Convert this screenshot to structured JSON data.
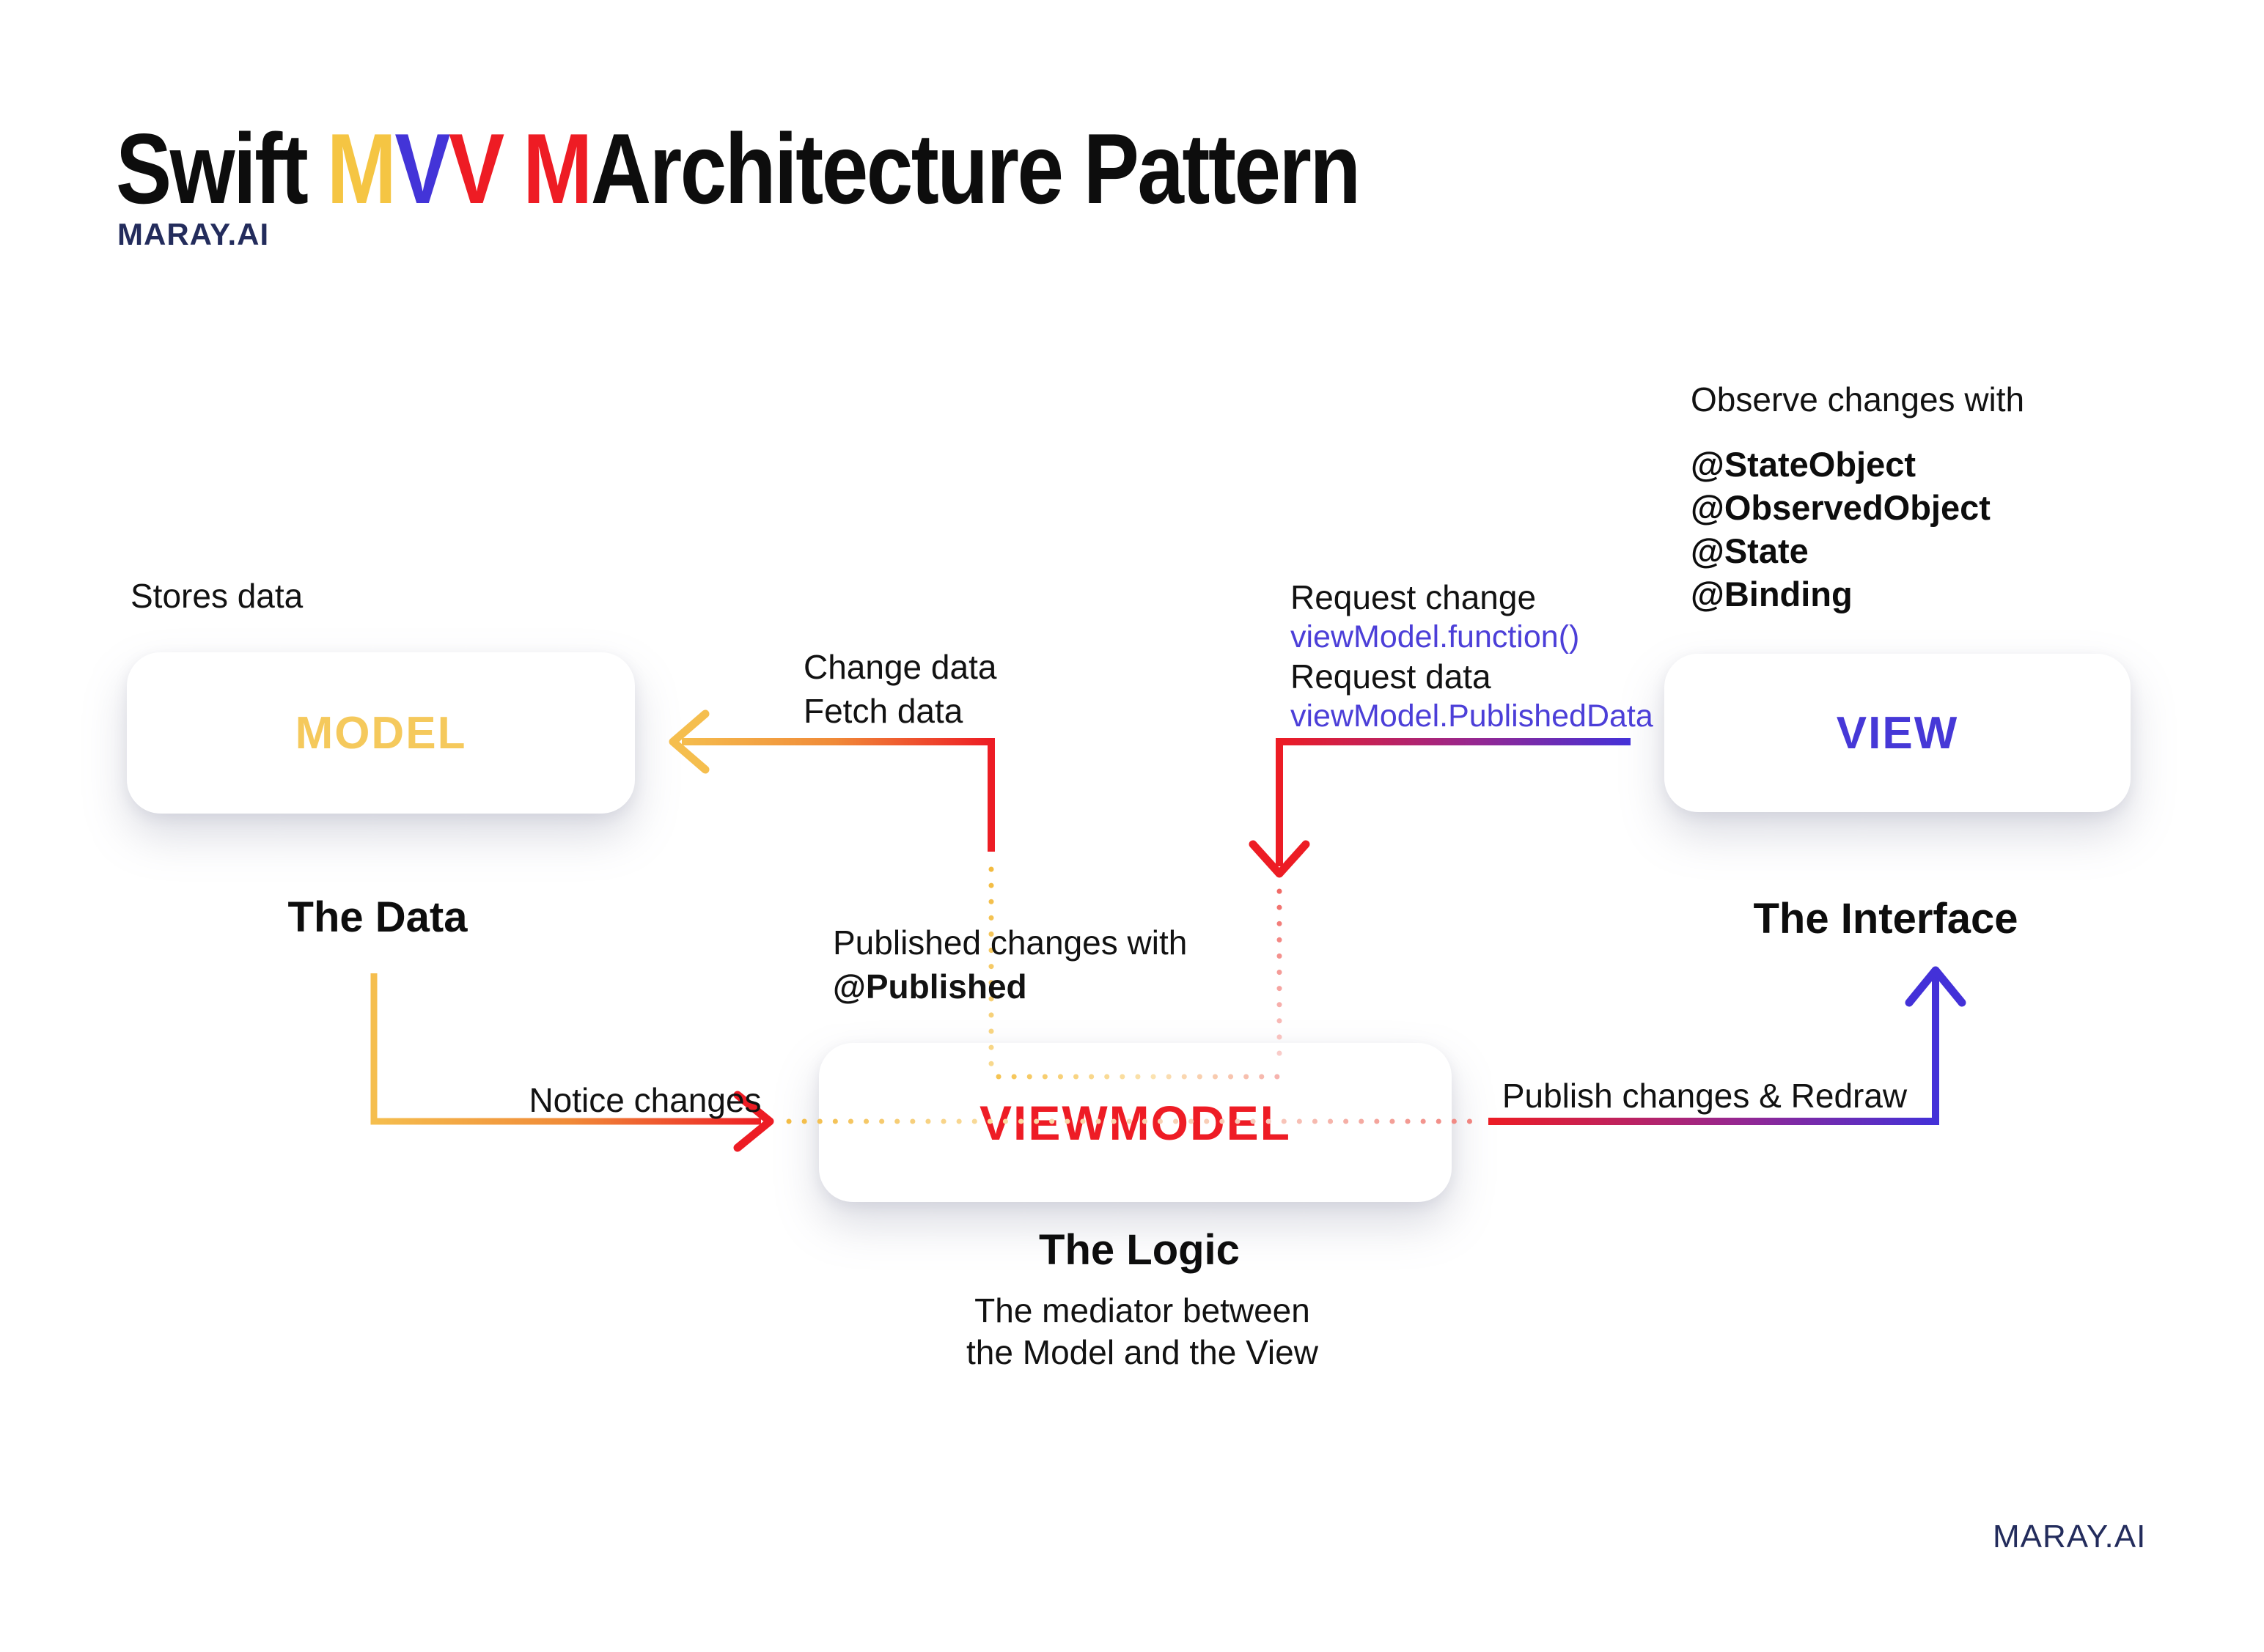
{
  "header": {
    "title": {
      "prefix": "Swift",
      "m1": "M",
      "v1": "V",
      "v2": "V",
      "m2": "M",
      "suffix": "Architecture Pattern"
    },
    "brand": "MARAY.AI"
  },
  "model": {
    "note_above": "Stores data",
    "box_label": "MODEL",
    "caption": "The Data"
  },
  "viewmodel": {
    "box_label": "VIEWMODEL",
    "caption": "The Logic",
    "description": [
      "The mediator between",
      "the Model and the View"
    ]
  },
  "view": {
    "note_above": "Observe changes with",
    "annotations": [
      "@StateObject",
      "@ObservedObject",
      "@State",
      "@Binding"
    ],
    "box_label": "VIEW",
    "caption": "The Interface"
  },
  "edges": {
    "change_fetch": {
      "line1": "Change data",
      "line2": "Fetch data"
    },
    "published": {
      "line1": "Published changes with",
      "line2": "@Published"
    },
    "request": {
      "line1": "Request change",
      "code1": "viewModel.function()",
      "line2": "Request data",
      "code2": "viewModel.PublishedData"
    },
    "notice_label": "Notice changes",
    "publish_label": "Publish changes & Redraw"
  },
  "footer": {
    "brand": "MARAY.AI"
  },
  "colors": {
    "title_yellow": "#F5C543",
    "title_indigo": "#4334D8",
    "title_red": "#EE1C24",
    "model_yellow": "#F5C95C",
    "view_indigo": "#4638D7",
    "viewmodel_red": "#EE1C25",
    "code_indigo": "#4C3FD8",
    "brand_navy": "#232C5C",
    "arrow_yellow": "#F5BE4E",
    "arrow_orange": "#F08A38",
    "arrow_red": "#ED1C24",
    "arrow_indigo": "#4331D8",
    "dot_pink": "#F2948F"
  }
}
